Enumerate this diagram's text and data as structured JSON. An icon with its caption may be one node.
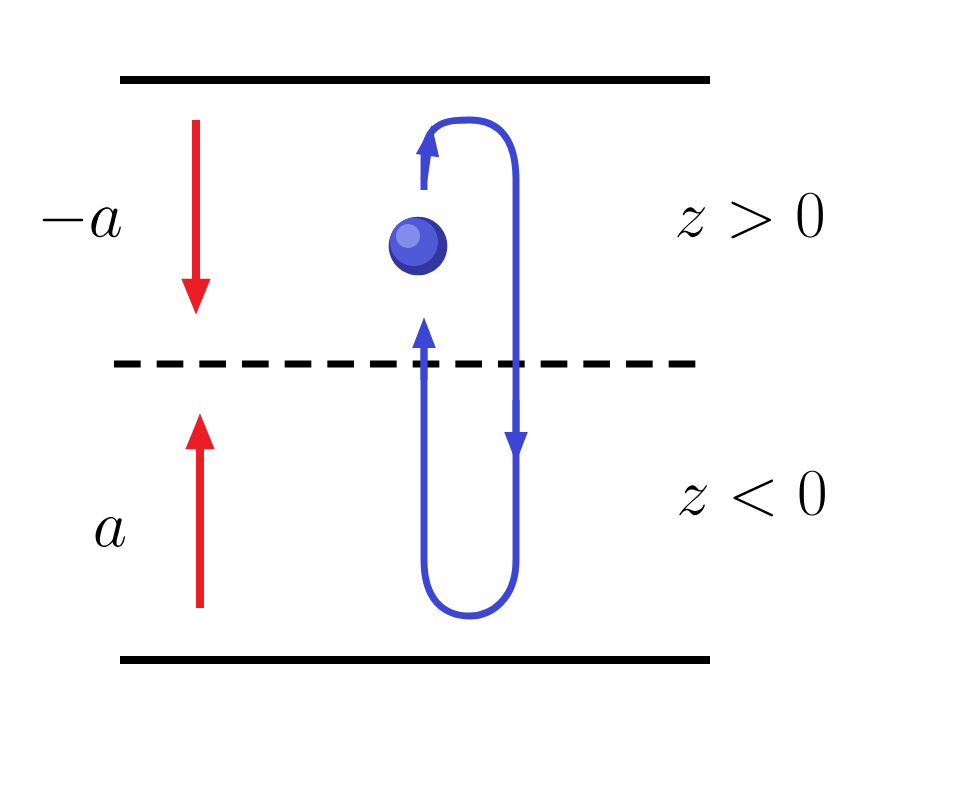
{
  "diagram": {
    "labels": [
      "-a",
      "a",
      "z>0",
      "z<0"
    ]
  }
}
